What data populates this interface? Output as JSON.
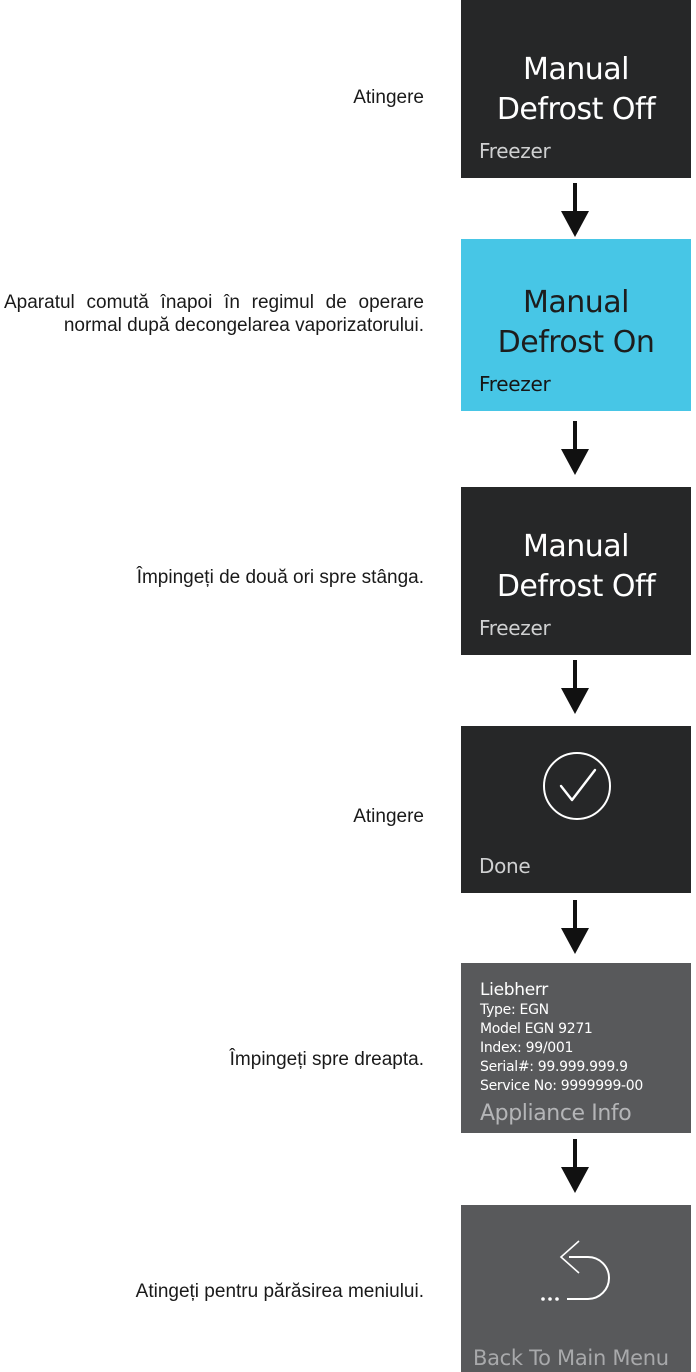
{
  "steps": [
    {
      "instruction": "Atingere",
      "panel": {
        "title_line1": "Manual",
        "title_line2": "Defrost Off",
        "caption": "Freezer"
      }
    },
    {
      "instruction": "Aparatul comută înapoi în regimul de operare normal după decongelarea vaporizatorului.",
      "panel": {
        "title_line1": "Manual",
        "title_line2": "Defrost On",
        "caption": "Freezer"
      }
    },
    {
      "instruction": "Împingeți de două ori spre stânga.",
      "panel": {
        "title_line1": "Manual",
        "title_line2": "Defrost Off",
        "caption": "Freezer"
      }
    },
    {
      "instruction": "Atingere",
      "panel": {
        "icon": "checkmark-circle-icon",
        "caption": "Done"
      }
    },
    {
      "instruction": "Împingeți spre dreapta.",
      "panel": {
        "lines": [
          "Liebherr",
          "Type: EGN",
          "Model EGN 9271",
          "Index: 99/001",
          "Serial#: 99.999.999.9",
          "Service No: 9999999-00"
        ],
        "caption": "Appliance Info"
      }
    },
    {
      "instruction": "Atingeți pentru părăsirea meniului.",
      "panel": {
        "icon": "back-arrow-icon",
        "caption": "Back To Main Menu"
      }
    }
  ],
  "colors": {
    "dark_panel": "#262728",
    "active_panel": "#47c6e6",
    "info_panel": "#58595b",
    "arrow": "#111111"
  }
}
